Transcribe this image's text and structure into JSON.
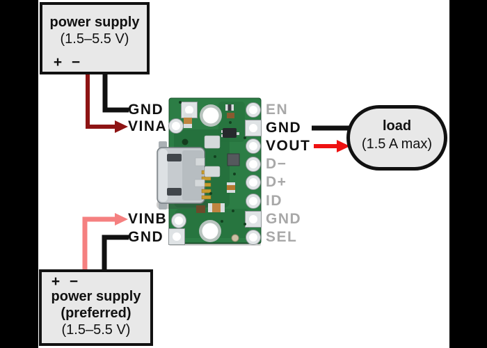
{
  "colors": {
    "background": "#ffffff",
    "pillarbox": "#000000",
    "box_fill": "#e8e8e8",
    "wire_black": "#111111",
    "wire_dark_red": "#8e1414",
    "wire_salmon": "#f58080",
    "wire_red": "#ee1111",
    "label_gray": "#a8a8a8",
    "board_green": "#2c7d45"
  },
  "supply_top": {
    "title": "power supply",
    "range": "(1.5–5.5 V)",
    "plus": "+",
    "minus": "−"
  },
  "supply_bottom": {
    "plus": "+",
    "minus": "−",
    "title": "power supply",
    "preferred": "(preferred)",
    "range": "(1.5–5.5 V)"
  },
  "load": {
    "title": "load",
    "subtitle": "(1.5 A max)"
  },
  "wire_labels": {
    "gnd_top_left": "GND",
    "vina": "VINA",
    "vinb": "VINB",
    "gnd_bottom_left": "GND"
  },
  "board": {
    "pins": [
      {
        "label": "EN"
      },
      {
        "label": "GND"
      },
      {
        "label": "VOUT"
      },
      {
        "label": "D−"
      },
      {
        "label": "D+"
      },
      {
        "label": "ID"
      },
      {
        "label": "GND"
      },
      {
        "label": "SEL"
      }
    ]
  }
}
